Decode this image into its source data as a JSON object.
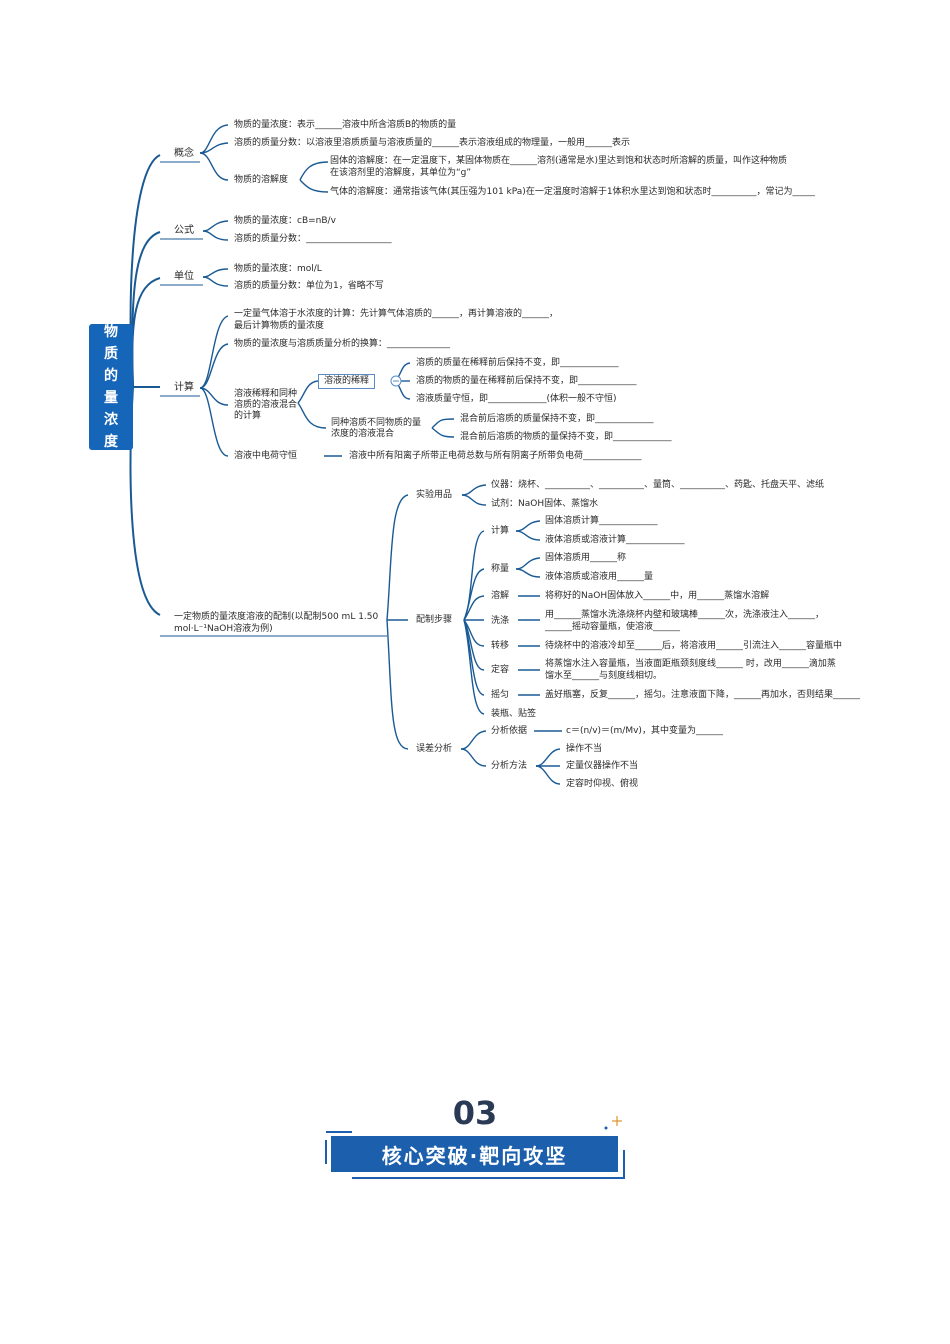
{
  "root": "物质的量浓度",
  "branches": {
    "concept": "概念",
    "formula": "公式",
    "unit": "单位",
    "calc": "计算",
    "prep": "一定物质的量浓度溶液的配制(以配制500 mL 1.50 mol·L⁻¹NaOH溶液为例)"
  },
  "concept": {
    "c1": "物质的量浓度：表示______溶液中所含溶质B的物质的量",
    "c2": "溶质的质量分数：以溶液里溶质质量与溶液质量的______表示溶液组成的物理量，一般用______表示",
    "solubility": "物质的溶解度",
    "s1a": "固体的溶解度：在一定温度下，某固体物质在______溶剂(通常是水)里达到饱和状态时所溶解的质量，叫作这种物质",
    "s1b": "在该溶剂里的溶解度，其单位为“g”",
    "s2": "气体的溶解度：通常指该气体(其压强为101 kPa)在一定温度时溶解于1体积水里达到饱和状态时__________，常记为_____"
  },
  "formula": {
    "f1": "物质的量浓度：cB=nB/v",
    "f2": "溶质的质量分数：___________________"
  },
  "unit": {
    "u1": "物质的量浓度：mol/L",
    "u2": "溶质的质量分数：单位为1，省略不写"
  },
  "calc": {
    "k1a": "一定量气体溶于水浓度的计算：先计算气体溶质的______，再计算溶液的______，",
    "k1b": "最后计算物质的量浓度",
    "k2": "物质的量浓度与溶质质量分析的换算：______________",
    "mix": "溶液稀释和同种溶质的溶液混合的计算",
    "dilute": "溶液的稀释",
    "d1": "溶质的质量在稀释前后保持不变，即_____________",
    "d2": "溶质的物质的量在稀释前后保持不变，即_____________",
    "d3": "溶液质量守恒，即_____________(体积一般不守恒)",
    "same": "同种溶质不同物质的量浓度的溶液混合",
    "m1": "混合前后溶质的质量保持不变，即_____________",
    "m2": "混合前后溶质的物质的量保持不变，即_____________",
    "charge": "溶液中电荷守恒",
    "charge_desc": "溶液中所有阳离子所带正电荷总数与所有阴离子所带负电荷_____________"
  },
  "prep": {
    "equip": "实验用品",
    "e1": "仪器：烧杯、__________、__________、量筒、__________、药匙、托盘天平、滤纸",
    "e2": "试剂：NaOH固体、蒸馏水",
    "steps": "配制步骤",
    "s_calc": "计算",
    "sc1": "固体溶质计算_____________",
    "sc2": "液体溶质或溶液计算_____________",
    "s_weigh": "称量",
    "sw1": "固体溶质用______称",
    "sw2": "液体溶质或溶液用______量",
    "s_dissolve": "溶解",
    "sd": "将称好的NaOH固体放入______中，用______蒸馏水溶解",
    "s_wash": "洗涤",
    "sx1": "用______蒸馏水洗涤烧杯内壁和玻璃棒______次，洗涤液注入______，",
    "sx2": "______摇动容量瓶，使溶液______",
    "s_transfer": "转移",
    "st": "待烧杯中的溶液冷却至______后，将溶液用______引流注入______容量瓶中",
    "s_volume": "定容",
    "sv1": "将蒸馏水注入容量瓶，当液面距瓶颈刻度线______ 时，改用______滴加蒸",
    "sv2": "馏水至______与刻度线相切。",
    "s_shake": "摇匀",
    "ss": "盖好瓶塞，反复______，摇匀。注意液面下降，______再加水，否则结果______",
    "s_bottle": "装瓶、贴签",
    "err": "误差分析",
    "basis": "分析依据",
    "basis_desc": "c＝(n/v)＝(m/Mv)，其中变量为______",
    "method": "分析方法",
    "me1": "操作不当",
    "me2": "定量仪器操作不当",
    "me3": "定容时仰视、俯视"
  },
  "section": {
    "number": "03",
    "title": "核心突破·靶向攻坚"
  },
  "colors": {
    "line": "#1a5a94",
    "root": "#1565b8",
    "banner": "#1c5fad"
  }
}
